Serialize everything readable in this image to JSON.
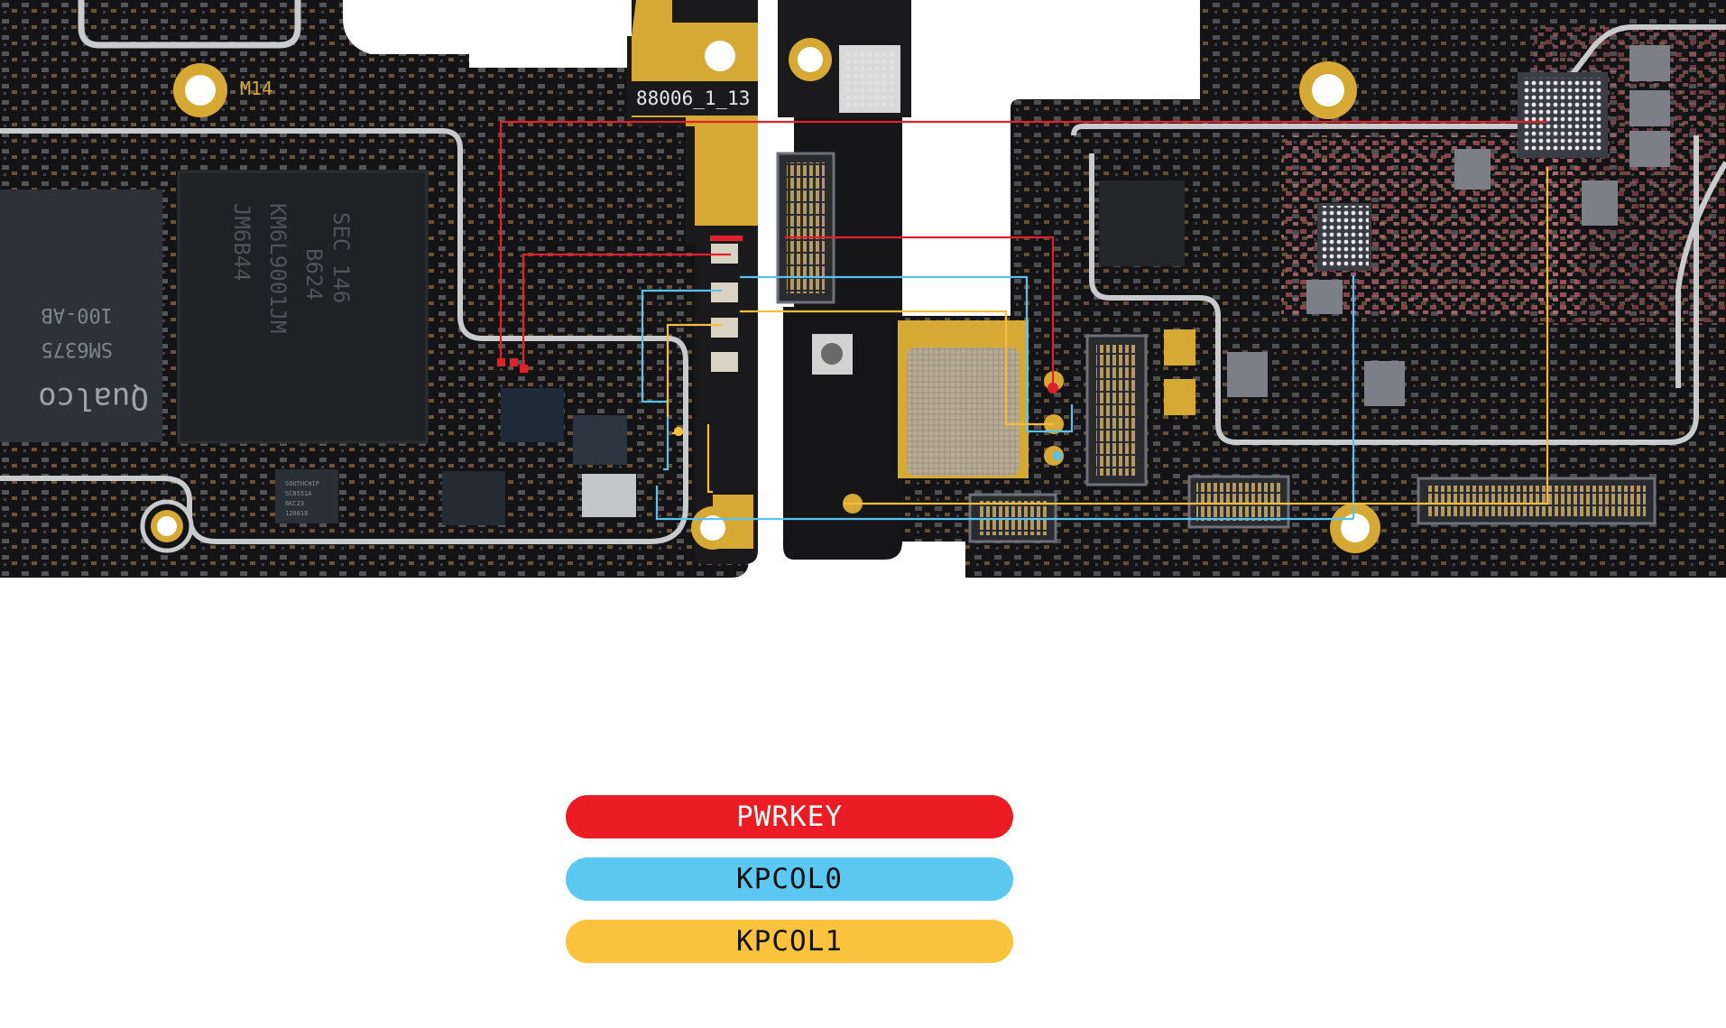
{
  "board": {
    "silkscreen": {
      "m14": "M14",
      "board_id": "88006_1_13",
      "memory_chip_lines": [
        "SEC 146",
        "B624",
        "KM6L9001JM",
        "JM6B44"
      ],
      "soc_lines": [
        "SM6375",
        "100-AB"
      ],
      "soc_brand": "Qualco",
      "charger_chip_lines": [
        "SOUTHCHIP",
        "SC8551A",
        "6KC23",
        "120818"
      ]
    },
    "colors": {
      "pcb": "#141416",
      "shield_trace": "#c8cacc",
      "gold_pad": "#d6a935",
      "pwrkey": "#e0202a",
      "kpcol0": "#5bc2ee",
      "kpcol1": "#f6bd3c"
    }
  },
  "legend": [
    {
      "label": "PWRKEY",
      "color": "#ec1c24",
      "text_color": "#ffffff"
    },
    {
      "label": "KPCOL0",
      "color": "#5bc8f2",
      "text_color": "#111111"
    },
    {
      "label": "KPCOL1",
      "color": "#fbc23c",
      "text_color": "#111111"
    }
  ]
}
